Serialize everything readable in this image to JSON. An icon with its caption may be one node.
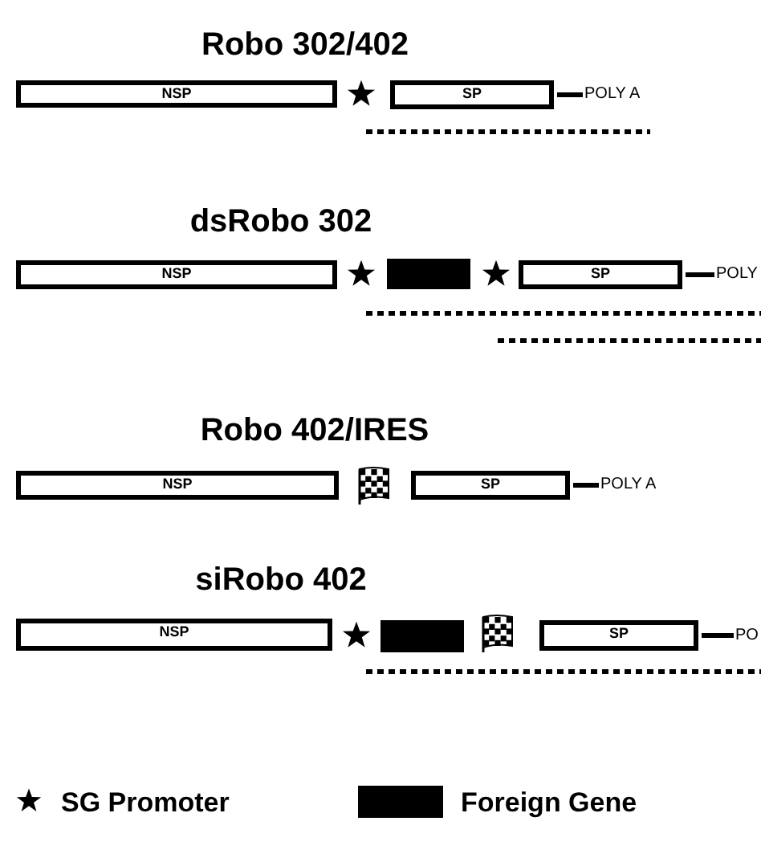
{
  "diagram": {
    "nodes": [
      {
        "text": [
          "NSP"
        ]
      },
      {
        "text": [
          "SP"
        ]
      },
      {
        "text": [
          "POLY A"
        ]
      },
      {
        "text": [
          "NSP"
        ]
      },
      {
        "text": [],
        "shape": "bar"
      },
      {
        "text": [
          "SP"
        ]
      },
      {
        "text": [
          "POLY"
        ]
      },
      {
        "text": [
          "NSP"
        ]
      },
      {
        "text": [
          "SP"
        ]
      },
      {
        "text": [
          "POLY A"
        ]
      },
      {
        "text": [
          "NSP"
        ]
      },
      {
        "text": [],
        "shape": "bar"
      },
      {
        "text": [
          "SP"
        ]
      },
      {
        "text": [
          "PO"
        ]
      }
    ],
    "edges": [
      {
        "from": 1,
        "to": 2,
        "arrow": "none"
      },
      {
        "from": 5,
        "to": 6,
        "arrow": "none"
      },
      {
        "from": 8,
        "to": 9,
        "arrow": "none"
      },
      {
        "from": 12,
        "to": 13,
        "arrow": "none"
      }
    ],
    "labels": [
      "Robo 302/402",
      "dsRobo 302",
      "Robo 402/IRES",
      "siRobo 402"
    ],
    "legend": [
      {
        "text": "SG Promoter"
      },
      {
        "text": "Foreign Gene",
        "color": "#000000"
      }
    ]
  }
}
